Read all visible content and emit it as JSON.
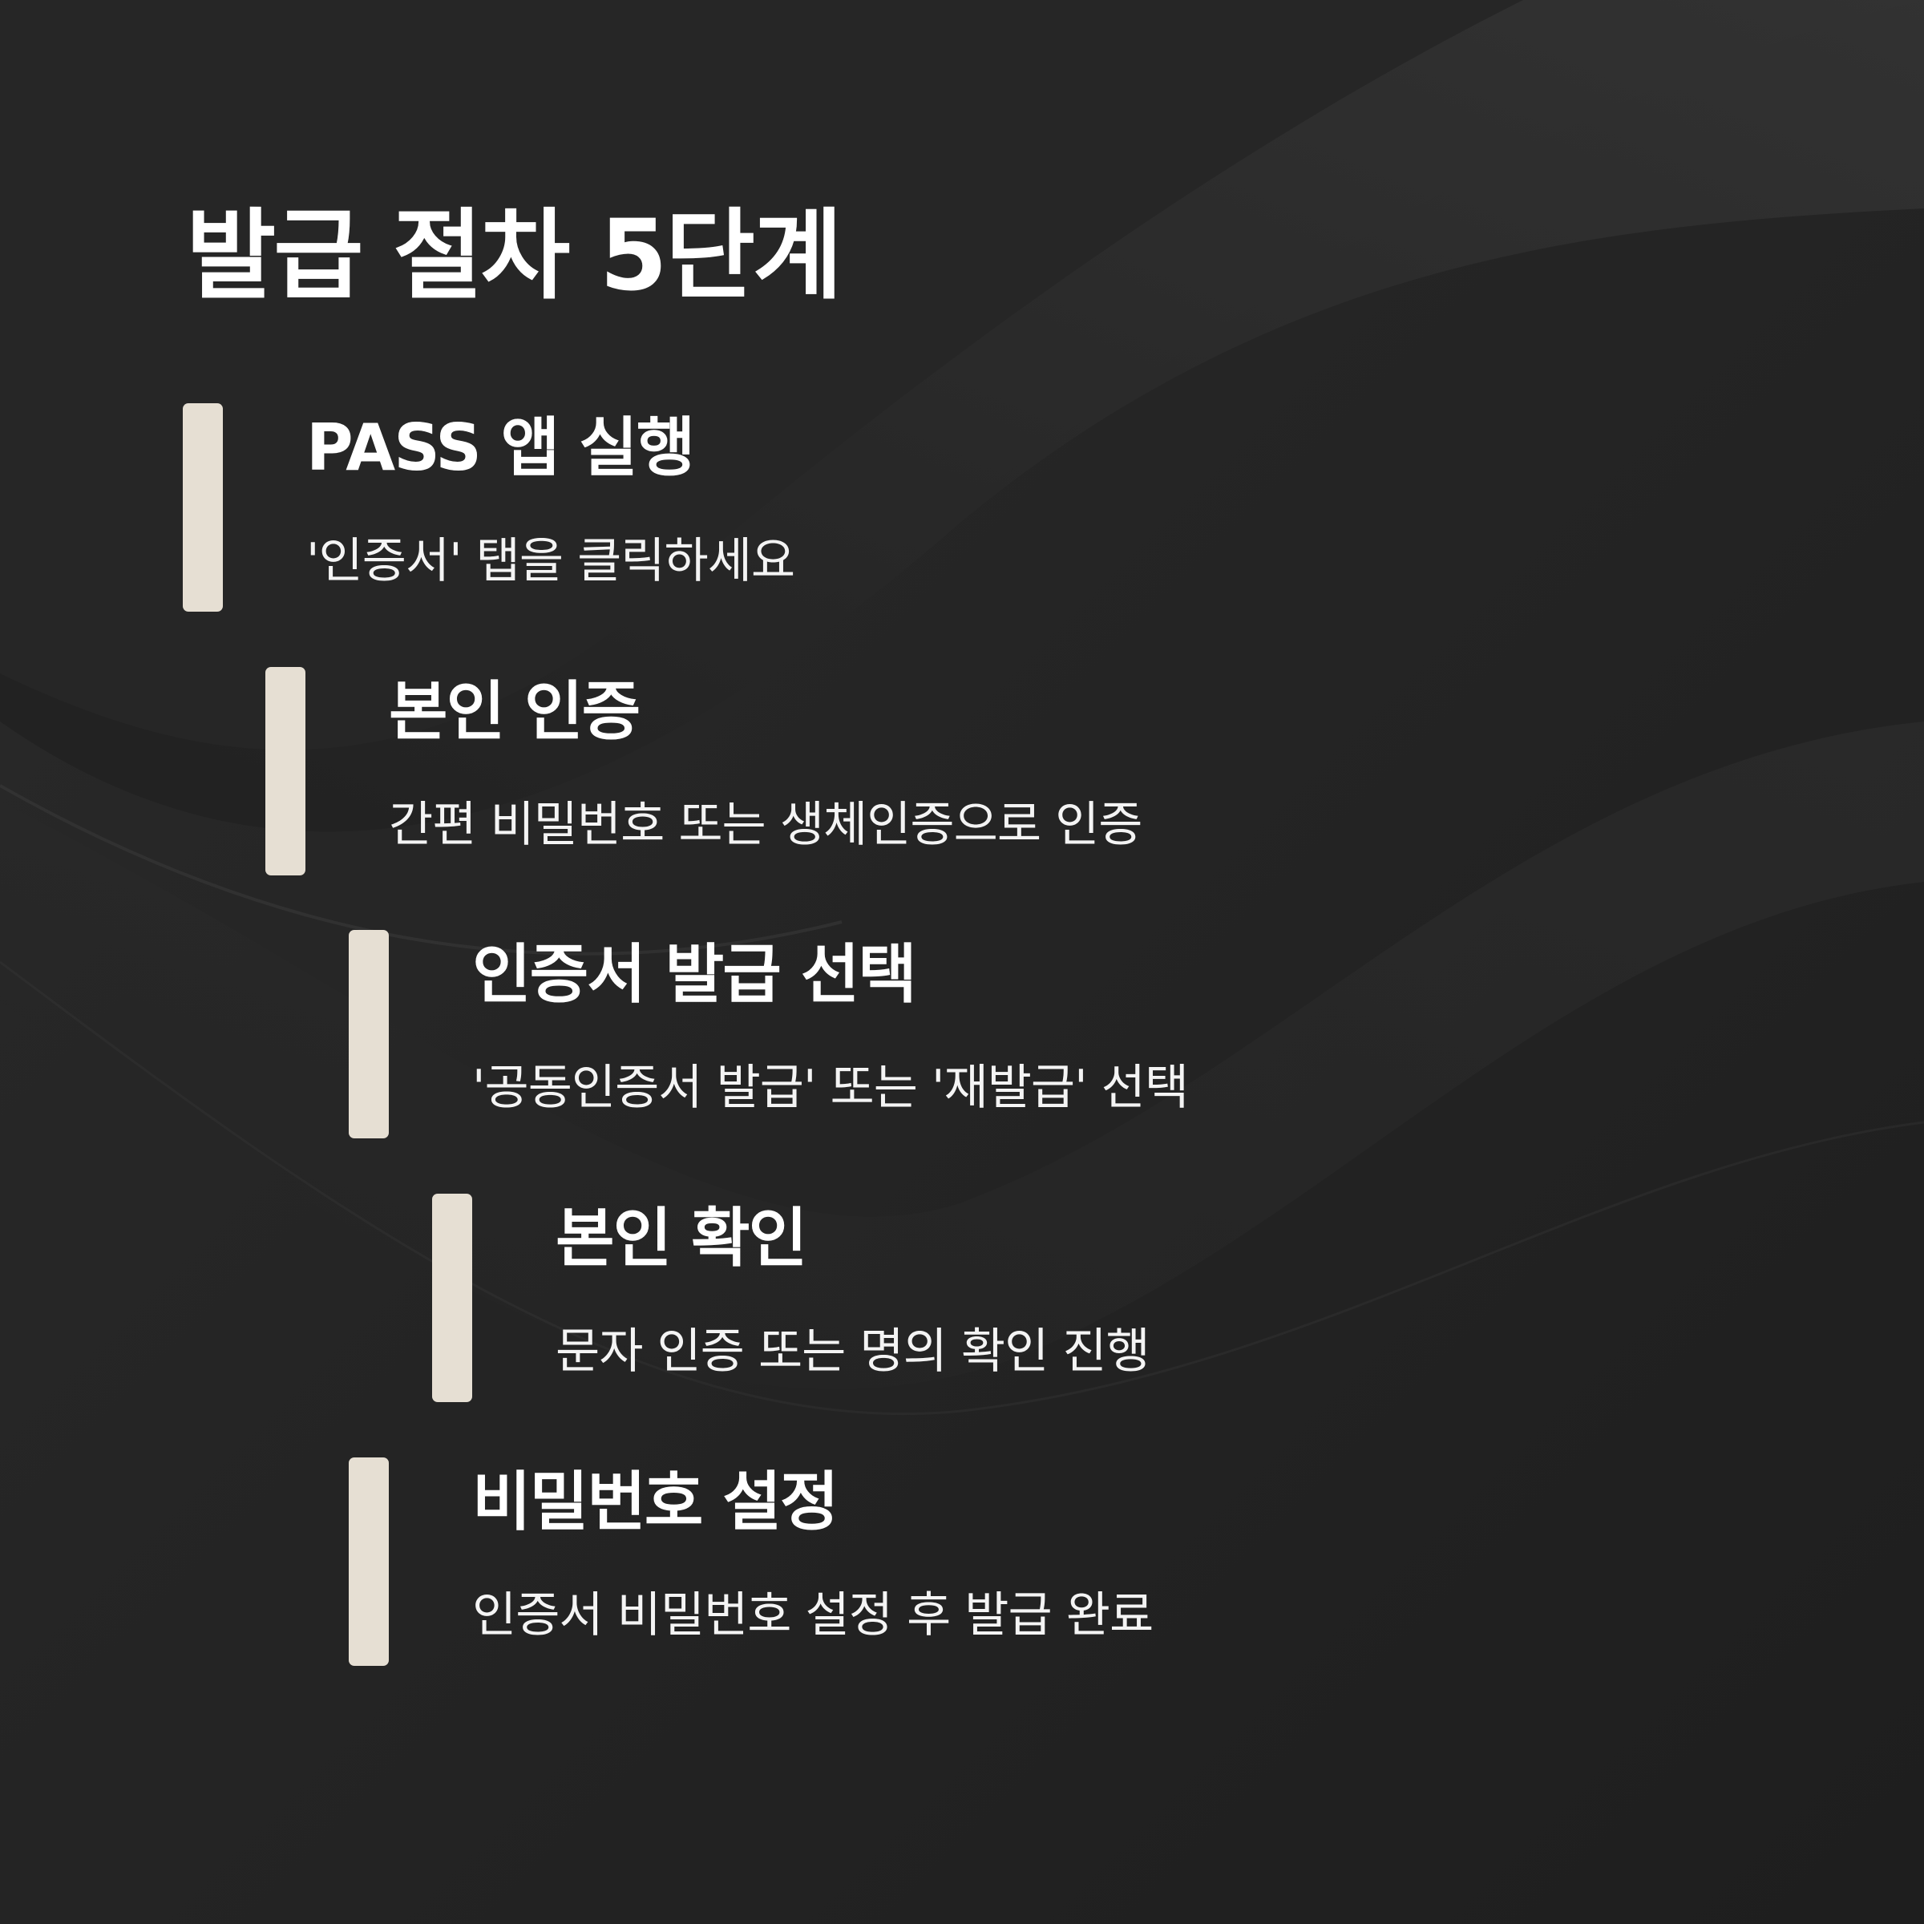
{
  "title": "발급 절차 5단계",
  "steps": [
    {
      "title": "PASS 앱 실행",
      "description": "'인증서' 탭을 클릭하세요"
    },
    {
      "title": "본인 인증",
      "description": "간편 비밀번호 또는 생체인증으로 인증"
    },
    {
      "title": "인증서 발급 선택",
      "description": "'공동인증서 발급' 또는 '재발급' 선택"
    },
    {
      "title": "본인 확인",
      "description": "문자 인증 또는 명의 확인 진행"
    },
    {
      "title": "비밀번호 설정",
      "description": "인증서 비밀번호 설정 후 발급 완료"
    }
  ],
  "colors": {
    "background": "#232323",
    "accent_bar": "#e6dfd3",
    "text": "#ffffff"
  }
}
